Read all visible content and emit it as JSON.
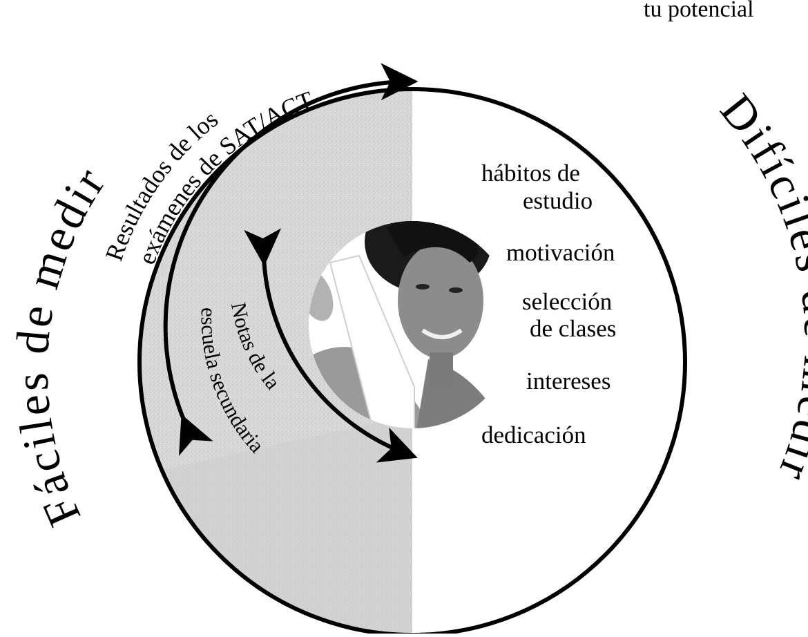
{
  "top_fragment": "tu potencial",
  "left_title": "Fáciles de medir",
  "right_title": "Difíciles de medir",
  "outer_arc_line1": "Resultados de los",
  "outer_arc_line2": "exámenes de SAT/ACT",
  "inner_arc_line1": "Notas de la",
  "inner_arc_line2": "escuela secundaria",
  "right_items": [
    {
      "line1": "hábitos de",
      "line2": "estudio"
    },
    {
      "line1": "motivación",
      "line2": ""
    },
    {
      "line1": "selección",
      "line2": "de clases"
    },
    {
      "line1": "intereses",
      "line2": ""
    },
    {
      "line1": "dedicación",
      "line2": ""
    }
  ],
  "colors": {
    "left_half_fill": "#d6d6d6",
    "right_half_fill": "#ffffff",
    "ring_stroke": "#000000"
  },
  "icons": [
    "double-headed-arrow-icon",
    "student-photo"
  ]
}
